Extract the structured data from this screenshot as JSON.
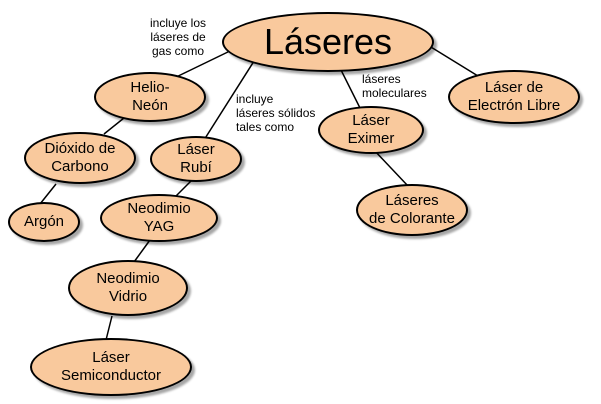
{
  "colors": {
    "node_fill": "#f9c99d",
    "node_border": "#000000",
    "edge": "#000000",
    "background": "#ffffff"
  },
  "nodes": {
    "root": "Láseres",
    "helio_neon": "Helio-\nNeón",
    "dioxido_carbono": "Dióxido de\nCarbono",
    "argon": "Argón",
    "laser_rubi": "Láser\nRubí",
    "neodimio_yag": "Neodimio\nYAG",
    "neodimio_vidrio": "Neodimio\nVidrio",
    "laser_semiconductor": "Láser\nSemiconductor",
    "laser_eximer": "Láser\nEximer",
    "laseres_colorante": "Láseres\nde Colorante",
    "laser_electron_libre": "Láser de\nElectrón Libre"
  },
  "link_labels": {
    "gas": "incluye los\nláseres de\ngas como",
    "solidos": "incluye\nláseres sólidos\ntales como",
    "moleculares": "láseres\nmoleculares"
  }
}
